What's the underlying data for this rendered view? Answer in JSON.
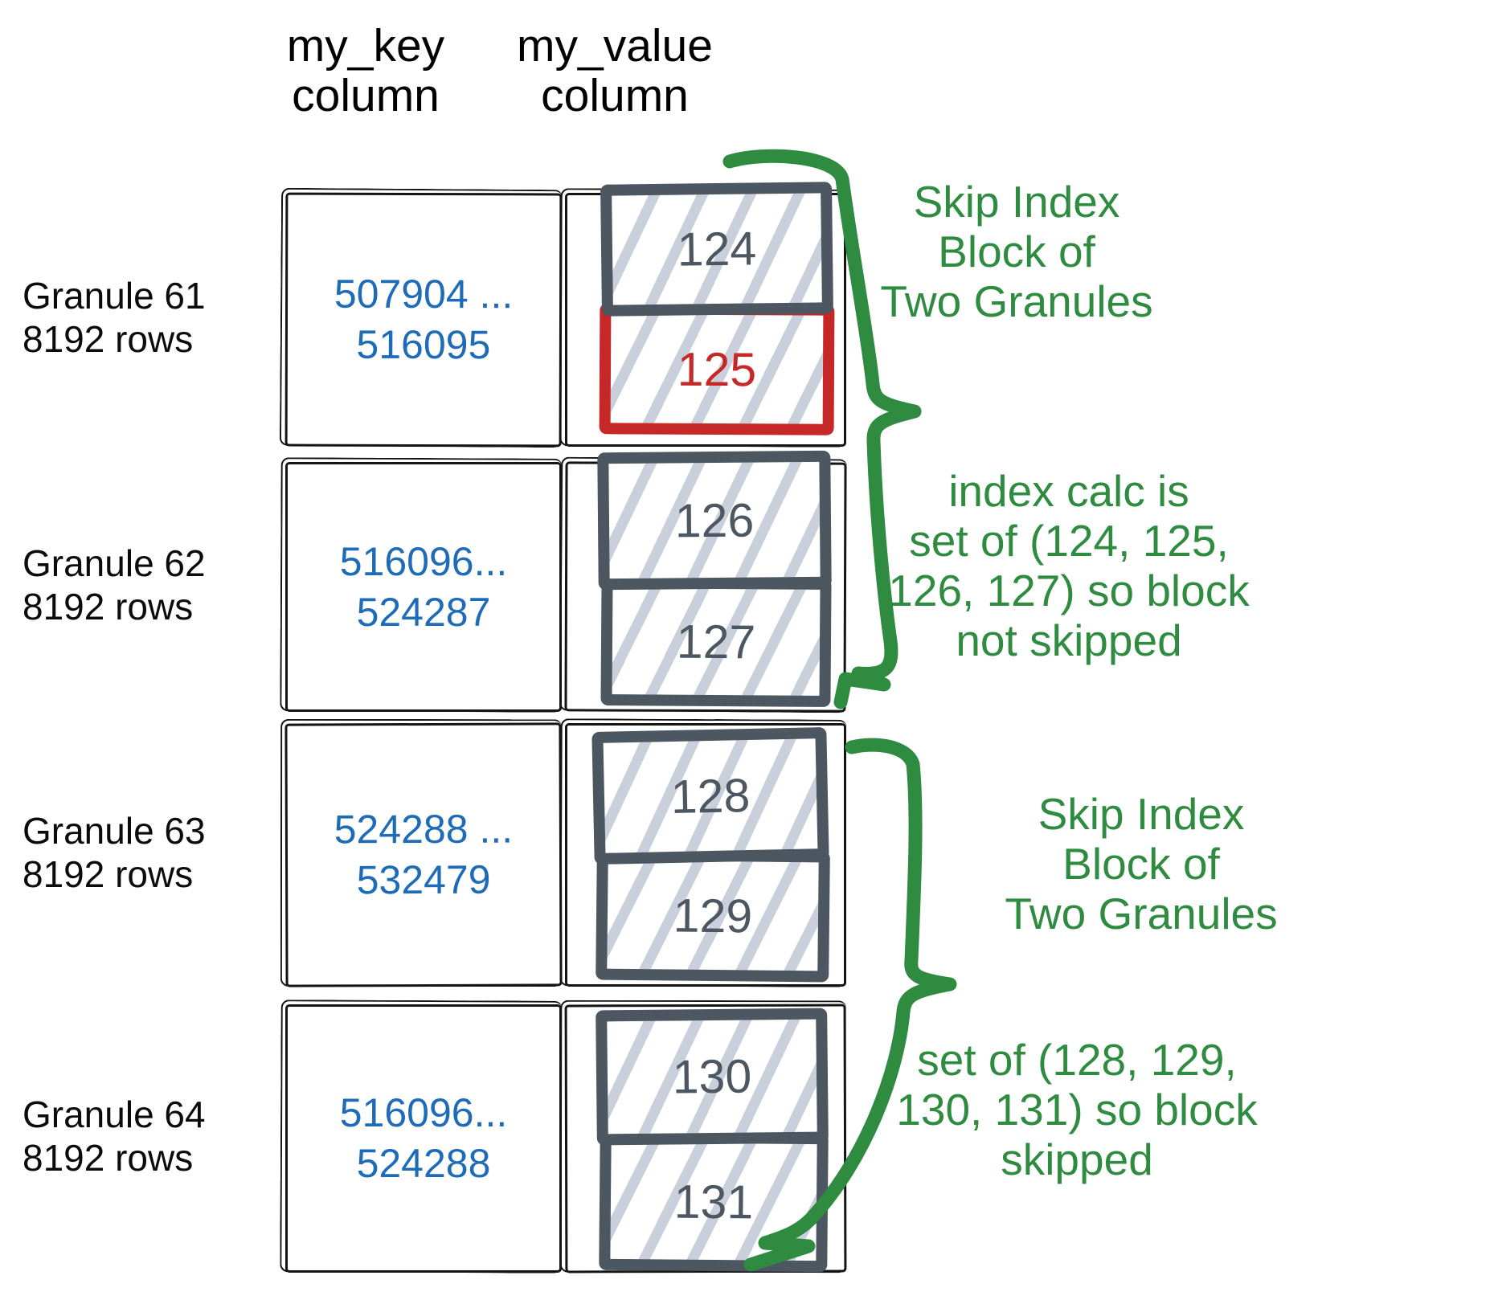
{
  "headers": {
    "key_line1": "my_key",
    "key_line2": "column",
    "value_line1": "my_value",
    "value_line2": "column"
  },
  "granules": [
    {
      "label_line1": "Granule 61",
      "label_line2": "8192 rows",
      "key_line1": "507904 ...",
      "key_line2": "516095",
      "values": [
        {
          "num": "124",
          "highlight": false
        },
        {
          "num": "125",
          "highlight": true
        }
      ]
    },
    {
      "label_line1": "Granule 62",
      "label_line2": "8192 rows",
      "key_line1": "516096...",
      "key_line2": "524287",
      "values": [
        {
          "num": "126",
          "highlight": false
        },
        {
          "num": "127",
          "highlight": false
        }
      ]
    },
    {
      "label_line1": "Granule 63",
      "label_line2": "8192 rows",
      "key_line1": "524288 ...",
      "key_line2": "532479",
      "values": [
        {
          "num": "128",
          "highlight": false
        },
        {
          "num": "129",
          "highlight": false
        }
      ]
    },
    {
      "label_line1": "Granule 64",
      "label_line2": "8192 rows",
      "key_line1": "516096...",
      "key_line2": "524288",
      "values": [
        {
          "num": "130",
          "highlight": false
        },
        {
          "num": "131",
          "highlight": false
        }
      ]
    }
  ],
  "annotations": [
    {
      "lines": [
        "Skip Index",
        "Block of",
        "Two Granules"
      ]
    },
    {
      "lines": [
        "index calc is",
        "set of (124, 125,",
        "126, 127) so block",
        "not skipped"
      ]
    },
    {
      "lines": [
        "Skip Index",
        "Block of",
        "Two Granules"
      ]
    },
    {
      "lines": [
        "set of (128, 129,",
        "130, 131) so block",
        "skipped"
      ]
    }
  ],
  "colors": {
    "green": "#2e8b40",
    "blue": "#1e6bb8",
    "red": "#c62828",
    "slate": "#4d5761",
    "hatch": "#c9cfdb",
    "ink": "#141414"
  }
}
